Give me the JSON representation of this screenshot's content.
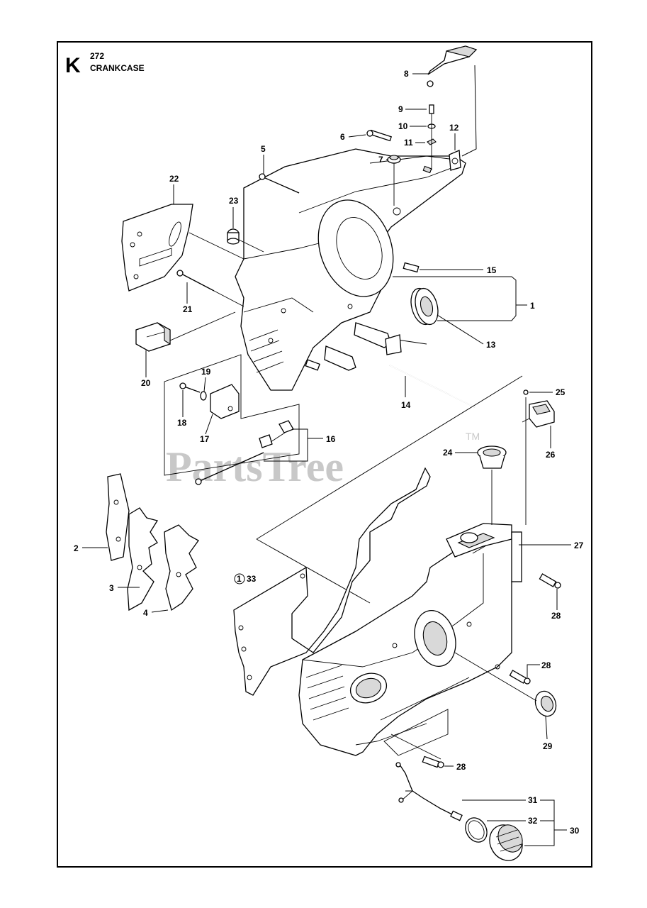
{
  "header": {
    "section_letter": "K",
    "model": "272",
    "title": "CRANKCASE"
  },
  "watermark": {
    "text": "PartsTree",
    "trademark": "TM"
  },
  "callouts": {
    "c1": "1",
    "c2": "2",
    "c3": "3",
    "c4": "4",
    "c5": "5",
    "c6": "6",
    "c7": "7",
    "c8": "8",
    "c9": "9",
    "c10": "10",
    "c11": "11",
    "c12": "12",
    "c13": "13",
    "c14": "14",
    "c15": "15",
    "c16": "16",
    "c17": "17",
    "c18": "18",
    "c19": "19",
    "c20": "20",
    "c21": "21",
    "c22": "22",
    "c23": "23",
    "c24": "24",
    "c25": "25",
    "c26": "26",
    "c27": "27",
    "c28a": "28",
    "c28b": "28",
    "c28c": "28",
    "c29": "29",
    "c30": "30",
    "c31": "31",
    "c32": "32",
    "c33": "33",
    "c33_marker": "1"
  },
  "colors": {
    "line": "#000000",
    "shade": "#d9d9d9",
    "watermark": "#c8c8c8"
  }
}
